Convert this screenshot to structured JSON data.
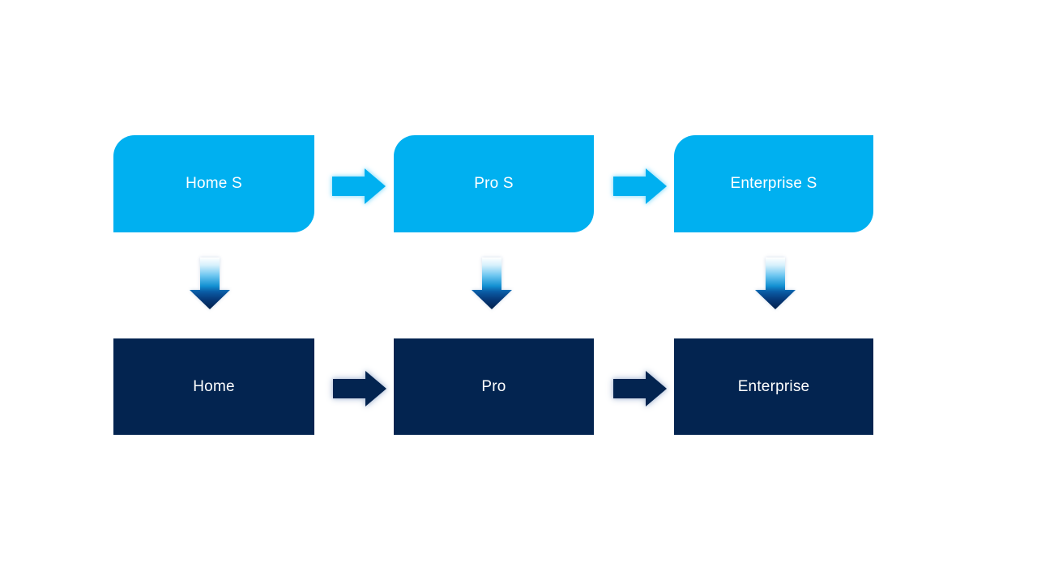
{
  "diagram": {
    "type": "process-flow",
    "colors": {
      "background": "#FFFFFF",
      "cyan": "#00B0F0",
      "navy": "#032450",
      "cyan_glow": "#A7E6FC",
      "navy_glow": "#BCC9DE",
      "label_text": "#FFFFFF"
    },
    "top_row": [
      {
        "label": "Home S"
      },
      {
        "label": "Pro S"
      },
      {
        "label": "Enterprise S"
      }
    ],
    "bottom_row": [
      {
        "label": "Home"
      },
      {
        "label": "Pro"
      },
      {
        "label": "Enterprise"
      }
    ],
    "connectors": {
      "top_horizontal": [
        "Home S → Pro S",
        "Pro S → Enterprise S"
      ],
      "bottom_horizontal": [
        "Home → Pro",
        "Pro → Enterprise"
      ],
      "vertical": [
        "Home S → Home",
        "Pro S → Pro",
        "Enterprise S → Enterprise"
      ]
    }
  }
}
